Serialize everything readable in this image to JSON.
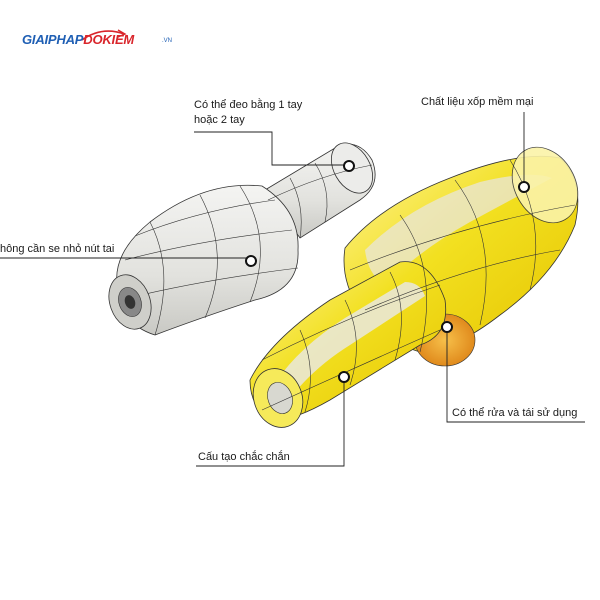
{
  "brand": {
    "logo_text_blue": "GIAIPHAP",
    "logo_text_red": "DOKIEM",
    "logo_suffix": ".VN",
    "colors": {
      "blue": "#1f5fb4",
      "red": "#d9252b"
    }
  },
  "callouts": {
    "one_or_two_hands_line1": "Có thể đeo bằng 1 tay",
    "one_or_two_hands_line2": "hoặc 2 tay",
    "soft_foam": "Chất liệu xốp mềm mại",
    "no_squeeze": "hông cần se nhỏ nút tai",
    "washable": "Có thể rửa và tái sử dụng",
    "sturdy": "Cấu tạo chắc chắn"
  },
  "colors": {
    "plug_white": "#e6e6e2",
    "plug_yellow": "#f2e020",
    "plug_orange": "#f0a830",
    "outline": "#333333"
  }
}
